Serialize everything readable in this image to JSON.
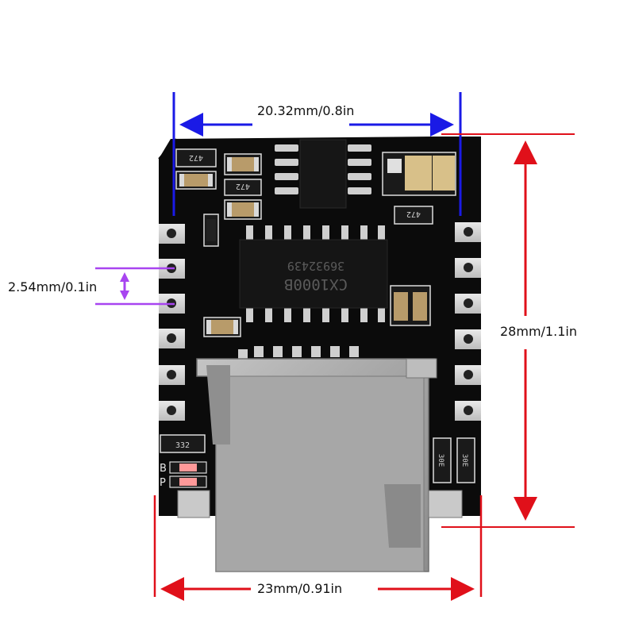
{
  "dimensions": {
    "top_width": "20.32mm/0.8in",
    "pin_pitch": "2.54mm/0.1in",
    "height": "28mm/1.1in",
    "bottom_width": "23mm/0.91in"
  },
  "chip": {
    "line1": "CX1000B",
    "line2": "36932439"
  },
  "resistor_codes": {
    "r1": "472",
    "r2": "472",
    "r3": "472",
    "r4": "332",
    "r5": "30E",
    "r6": "30E"
  },
  "pad_labels": {
    "b": "B",
    "p": "P"
  },
  "colors": {
    "board": "#0b0b0b",
    "top_width_arrow": "#1a1ae6",
    "pin_pitch_arrow": "#a845f0",
    "height_arrow": "#e0101a",
    "bottom_width_arrow": "#e0101a",
    "sd_metal": "#a9a9a9"
  }
}
